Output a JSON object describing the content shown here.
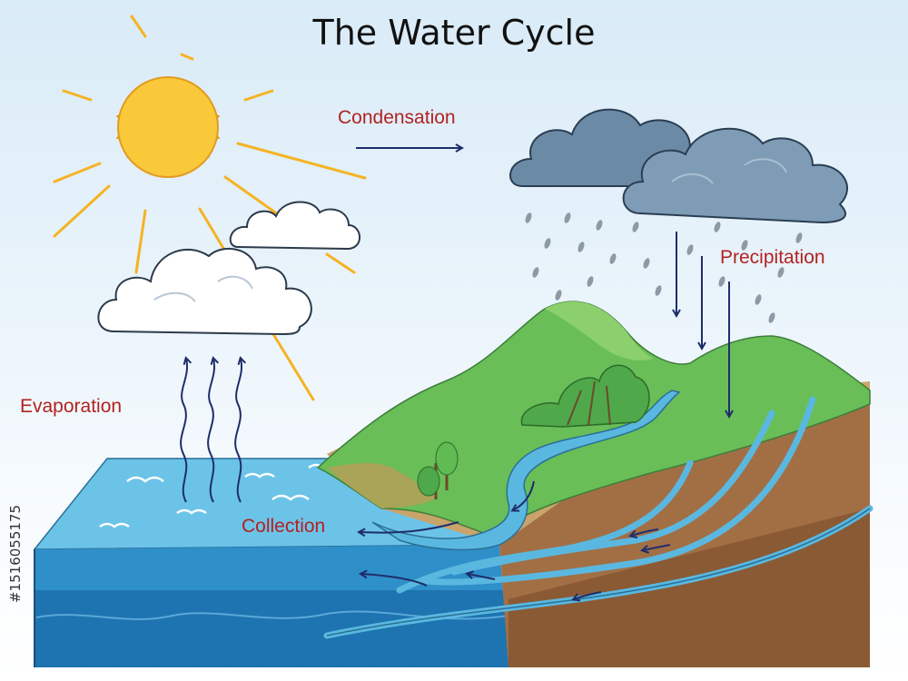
{
  "title": "The Water Cycle",
  "labels": {
    "condensation": "Condensation",
    "precipitation": "Precipitation",
    "evaporation": "Evaporation",
    "collection": "Collection"
  },
  "side_id": "#1516055175",
  "colors": {
    "label": "#b22222",
    "arrow": "#1f2d6b",
    "water": "#5ab8e0",
    "deep_water": "#1f7ab5",
    "grass": "#6abf5a",
    "soil": "#a0724a",
    "sun": "#f8c93a",
    "storm_cloud": "#5f7f9c"
  },
  "icons": [
    "sun-icon",
    "cloud-icon",
    "storm-cloud-icon",
    "raindrop-icon",
    "tree-icon",
    "wave-icon"
  ]
}
